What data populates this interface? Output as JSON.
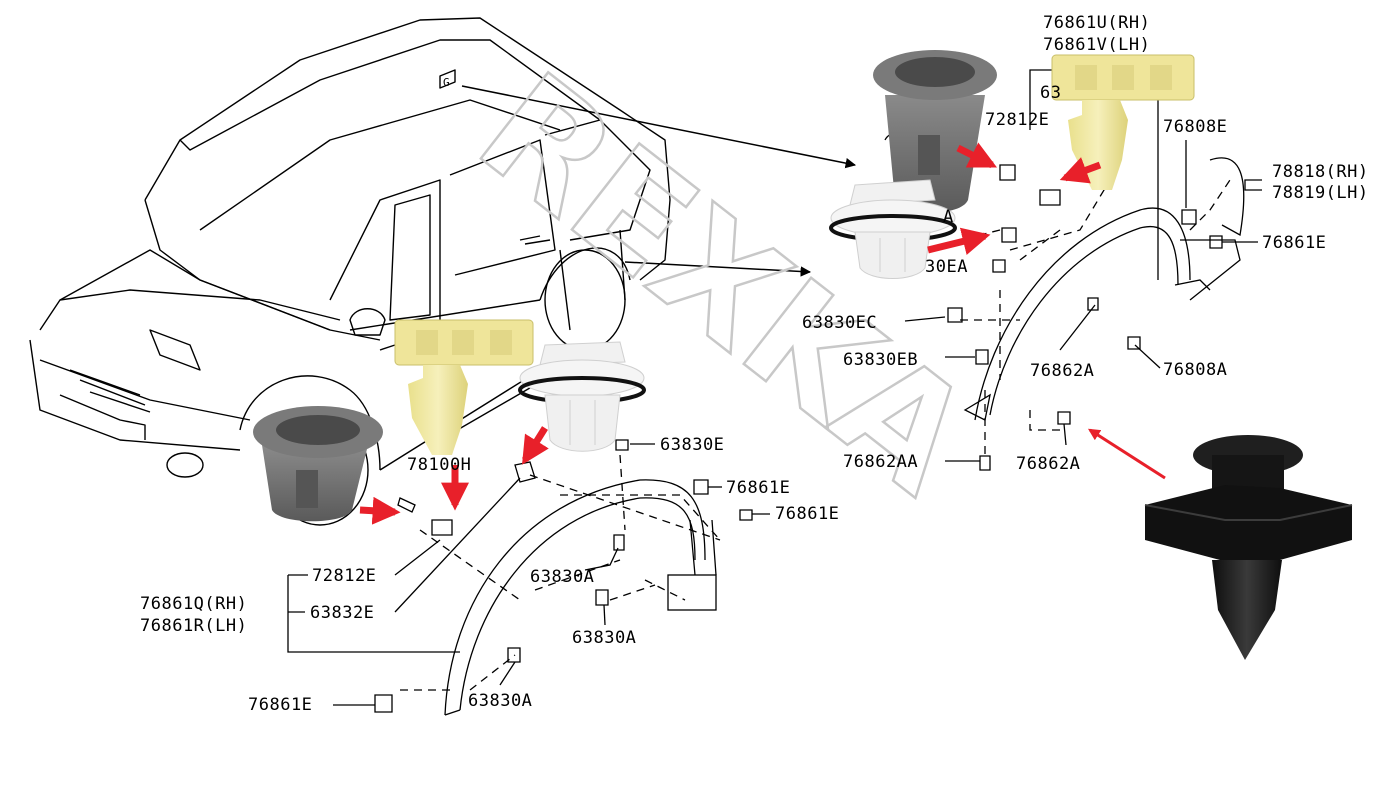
{
  "watermark": "REXKA",
  "callout_marker": "G",
  "labels": {
    "p76861u": "76861U(RH)",
    "p76861v": "76861V(LH)",
    "p72812e_top": "72812E",
    "p63_partial": "63",
    "p76808e": "76808E",
    "p78818": "78818(RH)",
    "p78819": "78819(LH)",
    "p76861e_right": "76861E",
    "p_a_partial": "A",
    "p30ea_partial": "30EA",
    "p63830ec": "63830EC",
    "p63830eb": "63830EB",
    "p76862a_mid": "76862A",
    "p76808a": "76808A",
    "p76862aa": "76862AA",
    "p76862a_low": "76862A",
    "p78100h": "78100H",
    "p63830e": "63830E",
    "p76861e_a": "76861E",
    "p76861e_b": "76861E",
    "p72812e_low": "72812E",
    "p76861q": "76861Q(RH)",
    "p76861r": "76861R(LH)",
    "p63832e": "63832E",
    "p63830a_1": "63830A",
    "p63830a_2": "63830A",
    "p76861e_bottom": "76861E",
    "p63830a_3": "63830A"
  },
  "colors": {
    "arrow": "#e8202a",
    "grommet": "#6e6e6e",
    "clip_yellow": "#f1eaa3",
    "clip_white": "#f4f4f4",
    "fastener_black": "#1a1a1a"
  },
  "icons": [
    "grommet-photo",
    "retainer-clip-photo",
    "push-clip-photo",
    "push-rivet-photo"
  ]
}
